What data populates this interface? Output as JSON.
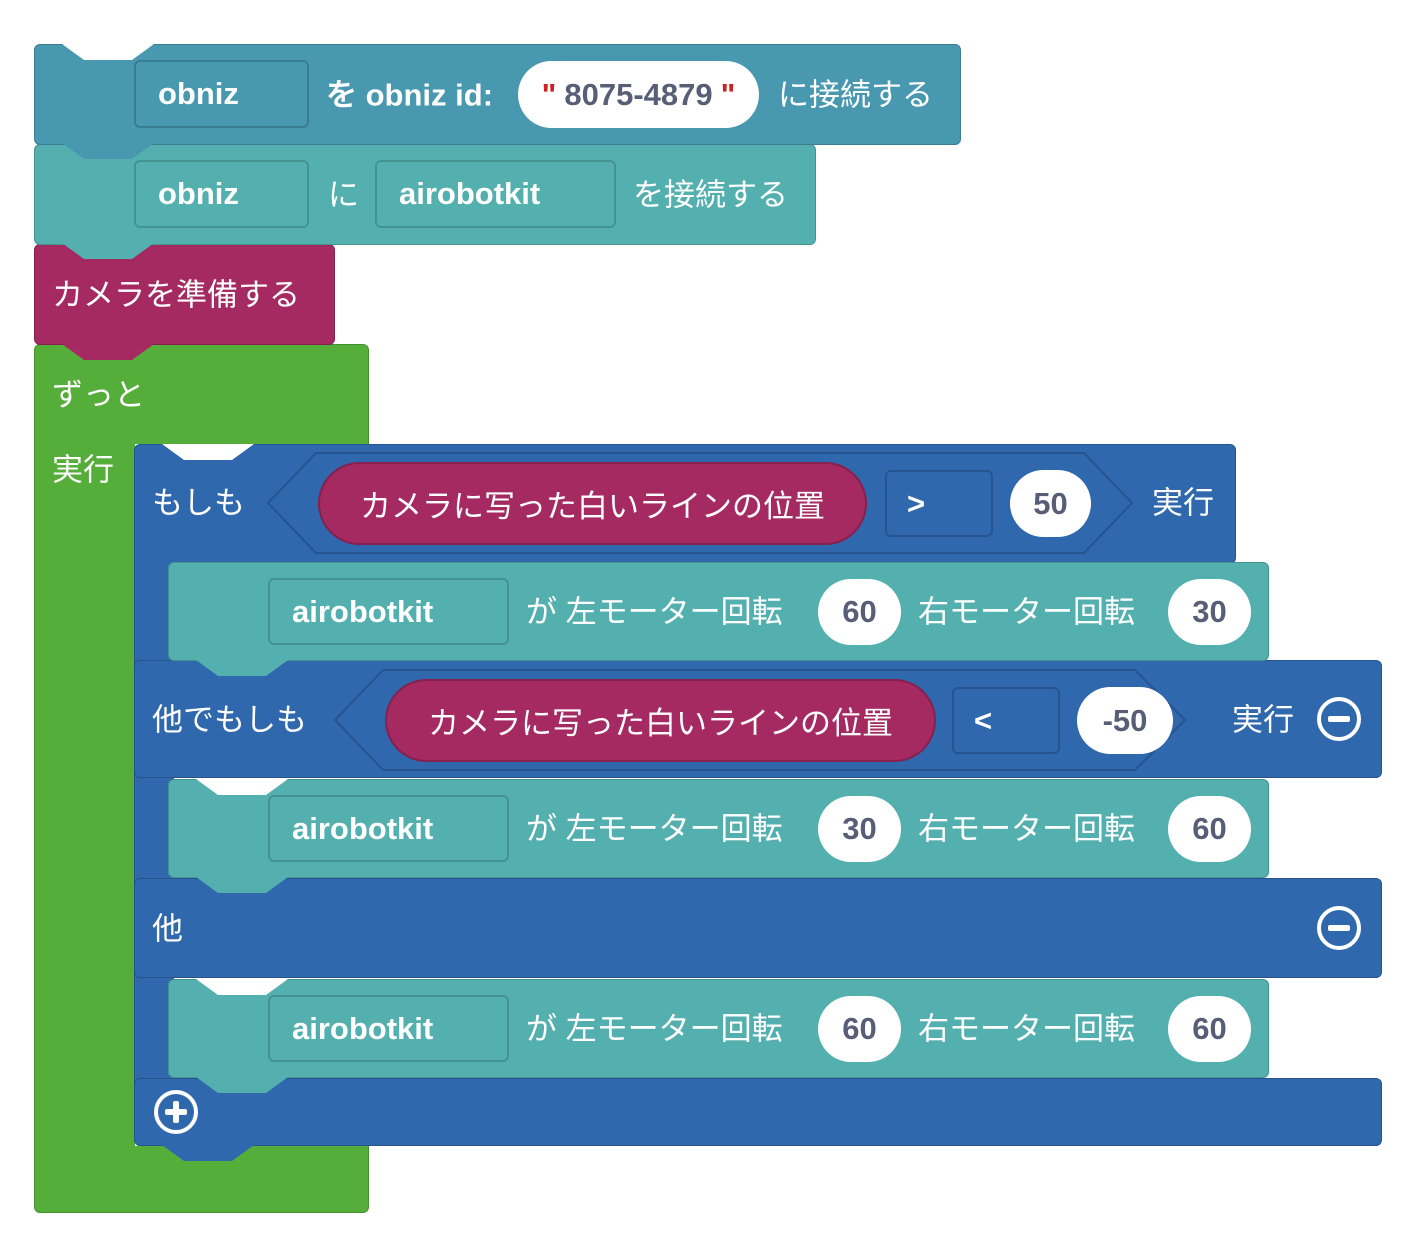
{
  "connect_block": {
    "var": "obniz",
    "label_mid": "を obniz id:",
    "id_value": "8075-4879",
    "quote": "\"",
    "label_end": "に接続する"
  },
  "attach_block": {
    "var": "obniz",
    "label_mid": "に",
    "device": "airobotkit",
    "label_end": "を接続する"
  },
  "camera_block": {
    "label": "カメラを準備する"
  },
  "forever_block": {
    "label": "ずっと",
    "do_label": "実行"
  },
  "if_block": {
    "if_label": "もしも",
    "elseif_label": "他でもしも",
    "else_label": "他",
    "do_label": "実行",
    "cond1": {
      "sensor": "カメラに写った白いラインの位置",
      "op": ">",
      "value": "50"
    },
    "cond2": {
      "sensor": "カメラに写った白いラインの位置",
      "op": "<",
      "value": "-50"
    },
    "motors": [
      {
        "device": "airobotkit",
        "left_label": "が 左モーター回転",
        "left": "60",
        "right_label": "右モーター回転",
        "right": "30"
      },
      {
        "device": "airobotkit",
        "left_label": "が 左モーター回転",
        "left": "30",
        "right_label": "右モーター回転",
        "right": "60"
      },
      {
        "device": "airobotkit",
        "left_label": "が 左モーター回転",
        "left": "60",
        "right_label": "右モーター回転",
        "right": "60"
      }
    ]
  },
  "colors": {
    "connect": "#4898AF",
    "device": "#54B0AF",
    "camera": "#A52A62",
    "loop": "#55AE3A",
    "logic": "#3068AE"
  }
}
